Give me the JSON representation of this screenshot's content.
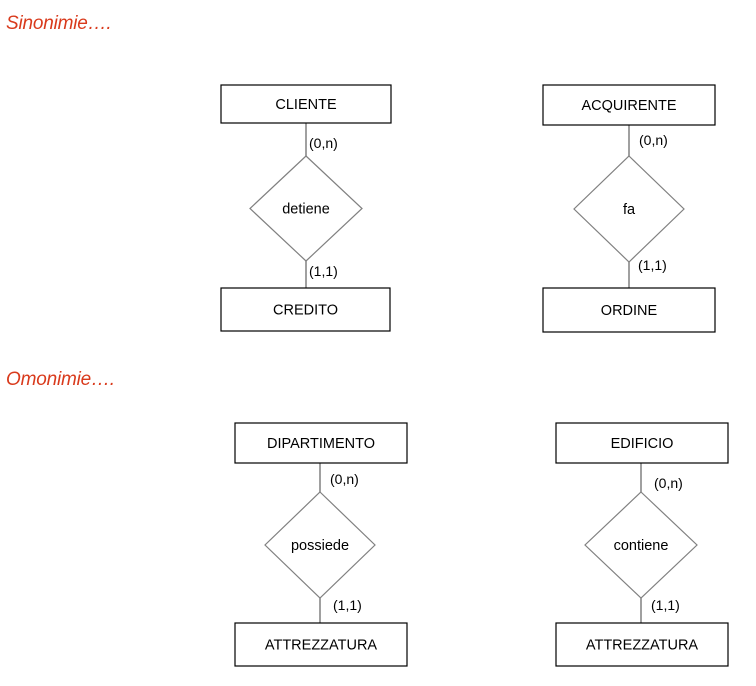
{
  "colors": {
    "section_title": "#d93a1c",
    "entity_border": "#000000",
    "connector": "#808080"
  },
  "sections": [
    {
      "title": "Sinonimie….",
      "diagrams": [
        {
          "top_entity": "CLIENTE",
          "relationship": "detiene",
          "top_cardinality": "(0,n)",
          "bottom_cardinality": "(1,1)",
          "bottom_entity": "CREDITO"
        },
        {
          "top_entity": "ACQUIRENTE",
          "relationship": "fa",
          "top_cardinality": "(0,n)",
          "bottom_cardinality": "(1,1)",
          "bottom_entity": "ORDINE"
        }
      ]
    },
    {
      "title": "Omonimie….",
      "diagrams": [
        {
          "top_entity": "DIPARTIMENTO",
          "relationship": "possiede",
          "top_cardinality": "(0,n)",
          "bottom_cardinality": "(1,1)",
          "bottom_entity": "ATTREZZATURA"
        },
        {
          "top_entity": "EDIFICIO",
          "relationship": "contiene",
          "top_cardinality": "(0,n)",
          "bottom_cardinality": "(1,1)",
          "bottom_entity": "ATTREZZATURA"
        }
      ]
    }
  ]
}
